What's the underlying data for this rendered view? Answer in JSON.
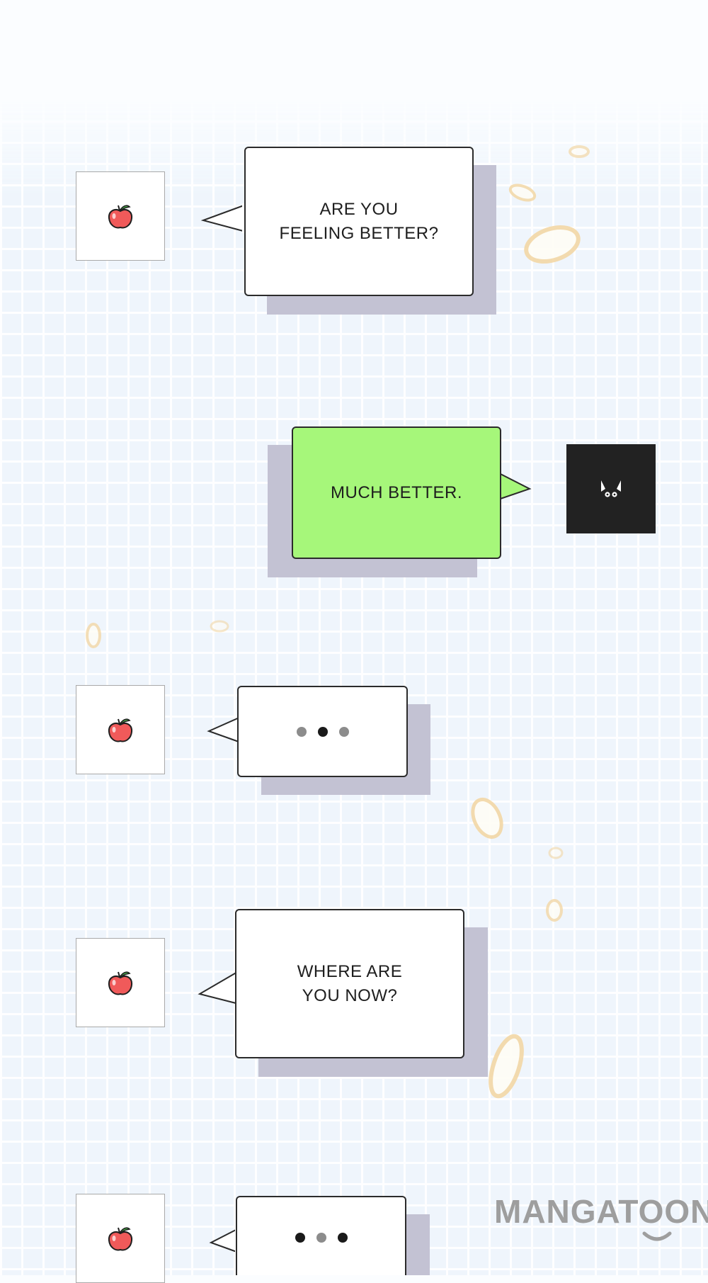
{
  "messages": [
    {
      "sender": "left",
      "avatar_icon": "apple-icon",
      "type": "text",
      "text": "ARE YOU\nFEELING BETTER?"
    },
    {
      "sender": "right",
      "avatar_icon": "cat-face-icon",
      "type": "text",
      "text": "MUCH BETTER."
    },
    {
      "sender": "left",
      "avatar_icon": "apple-icon",
      "type": "typing",
      "dot_colors": [
        "#8c8c8c",
        "#1a1a1a",
        "#8c8c8c"
      ]
    },
    {
      "sender": "left",
      "avatar_icon": "apple-icon",
      "type": "text",
      "text": "WHERE ARE\nYOU NOW?"
    },
    {
      "sender": "left",
      "avatar_icon": "apple-icon",
      "type": "typing",
      "dot_colors": [
        "#1a1a1a",
        "#8c8c8c",
        "#1a1a1a"
      ]
    }
  ],
  "watermark": {
    "text": "MANGATOON"
  },
  "colors": {
    "green_bubble": "#a6f77a",
    "bubble_shadow": "#c3c2d3",
    "dark_avatar": "#222222",
    "apple_red": "#f05a5a"
  }
}
